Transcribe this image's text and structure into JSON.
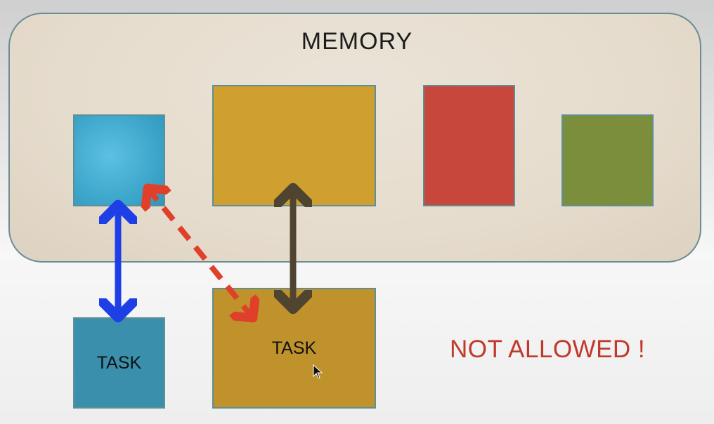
{
  "memory": {
    "title": "MEMORY",
    "blocks": [
      {
        "name": "blue",
        "color": "#3aa3c8"
      },
      {
        "name": "gold",
        "color": "#cf9f30"
      },
      {
        "name": "red",
        "color": "#c7473c"
      },
      {
        "name": "green",
        "color": "#7a8e3b"
      }
    ],
    "border_color": "#6c8d94",
    "background": "#e6dccd"
  },
  "tasks": [
    {
      "label": "TASK",
      "color": "#3a90ac"
    },
    {
      "label": "TASK",
      "color": "#c0922c"
    }
  ],
  "arrows": [
    {
      "from": "task-1",
      "to": "memory-block-blue",
      "style": "solid",
      "color": "#1f3fe6"
    },
    {
      "from": "task-2",
      "to": "memory-block-gold",
      "style": "solid",
      "color": "#4f4430"
    },
    {
      "from": "task-2",
      "to": "memory-block-blue",
      "style": "dashed",
      "color": "#e0402a"
    }
  ],
  "message": {
    "text": "NOT ALLOWED !",
    "color": "#c0392b"
  },
  "cursor_icon": "mouse-pointer-icon"
}
